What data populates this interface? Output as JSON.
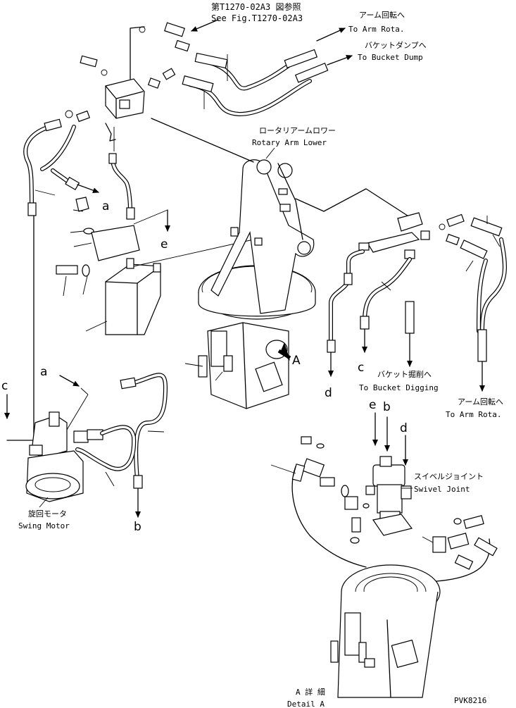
{
  "callouts": {
    "see_fig_jp": "第T1270-02A3 図参照",
    "see_fig_en": "See Fig.T1270-02A3",
    "arm_rota_top_jp": "アーム回転へ",
    "arm_rota_top_en": "To Arm Rota.",
    "bucket_dump_jp": "バケットダンプへ",
    "bucket_dump_en": "To Bucket Dump",
    "rotary_arm_lower_jp": "ロータリアームロワー",
    "rotary_arm_lower_en": "Rotary Arm Lower",
    "bucket_digging_jp": "バケット掘削へ",
    "bucket_digging_en": "To Bucket Digging",
    "arm_rota_right_jp": "アーム回転へ",
    "arm_rota_right_en": "To Arm Rota.",
    "swivel_joint_jp": "スイベルジョイント",
    "swivel_joint_en": "Swivel Joint",
    "swing_motor_jp": "旋回モータ",
    "swing_motor_en": "Swing Motor",
    "detail_a_jp": "A 詳 細",
    "detail_a_en": "Detail A"
  },
  "markers": {
    "a1": "a",
    "e1": "e",
    "a2": "a",
    "c1": "c",
    "b1": "b",
    "d1": "d",
    "c2": "c",
    "e2": "e",
    "b2": "b",
    "d2": "d",
    "view_a": "A"
  },
  "drawing_code": "PVK8216"
}
